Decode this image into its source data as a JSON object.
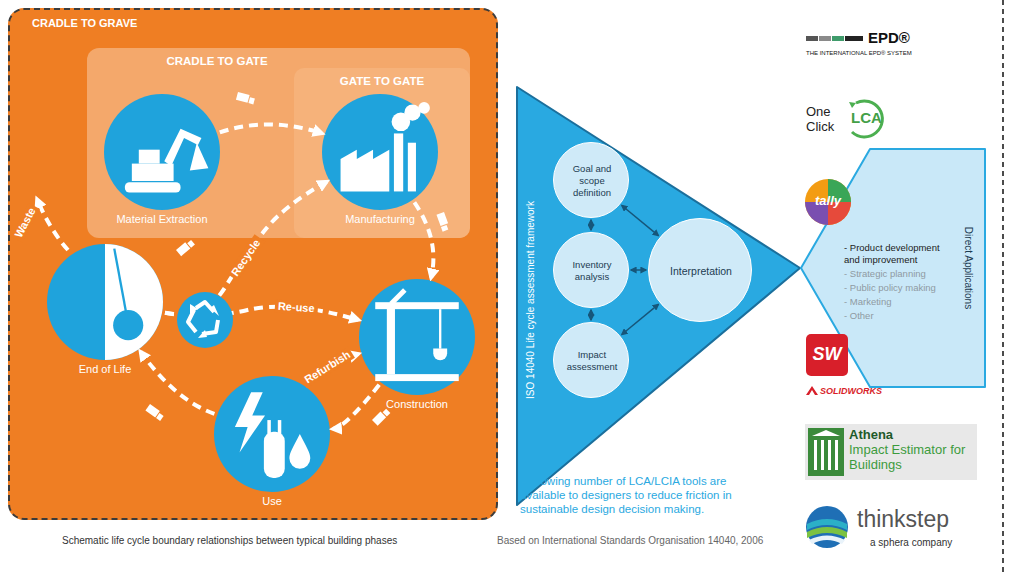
{
  "diagram": {
    "caption": "Schematic life cycle boundary relationships between typical building phases",
    "nodes": [
      {
        "text": [
          "CRADLE TO GRAVE"
        ]
      },
      {
        "text": [
          "CRADLE TO GATE"
        ],
        "in": 0
      },
      {
        "text": [
          "Material Extraction"
        ],
        "in": 1
      },
      {
        "text": [
          "GATE TO GATE"
        ],
        "in": 1
      },
      {
        "text": [
          "Manufacturing"
        ],
        "in": 3
      },
      {
        "text": [
          "End of Life"
        ],
        "in": 0
      },
      {
        "text": [
          "Construction"
        ],
        "in": 0
      },
      {
        "text": [
          "Use"
        ],
        "in": 0
      },
      {
        "text": [
          "ISO 14040 Life cycle assessment framework"
        ]
      },
      {
        "text": [
          "Goal and scope definition"
        ],
        "in": 8
      },
      {
        "text": [
          "Inventory analysis"
        ],
        "in": 8
      },
      {
        "text": [
          "Impact assessment"
        ],
        "in": 8
      },
      {
        "text": [
          "Interpretation"
        ],
        "in": 8
      },
      {
        "text": [
          "Direct Applications",
          "- Product development and improvement",
          "- Strategic planning",
          "- Public policy making",
          "- Marketing",
          "- Other"
        ]
      }
    ],
    "edges": [
      {
        "from": 2,
        "to": 4,
        "arrow": "to"
      },
      {
        "from": 4,
        "to": 6,
        "arrow": "to"
      },
      {
        "from": 6,
        "to": 7,
        "arrow": "to"
      },
      {
        "from": 7,
        "to": 6,
        "label": "Refurbish",
        "arrow": "to"
      },
      {
        "from": 7,
        "to": 5,
        "arrow": "to"
      },
      {
        "from": 5,
        "to": 4,
        "label": "Recycle",
        "arrow": "to"
      },
      {
        "from": 5,
        "to": 6,
        "label": "Re-use",
        "arrow": "to"
      },
      {
        "from": 9,
        "to": 10,
        "arrow": "both"
      },
      {
        "from": 10,
        "to": 11,
        "arrow": "both"
      },
      {
        "from": 9,
        "to": 12,
        "arrow": "both"
      },
      {
        "from": 10,
        "to": 12,
        "arrow": "both"
      },
      {
        "from": 11,
        "to": 12,
        "arrow": "both"
      }
    ],
    "labels": [
      "Waste",
      "A growing number of LCA/LCIA tools are available to designers to reduce friction in sustainable design decision making.",
      "Based on International Standards Organisation 14040, 2006",
      "EPD®",
      "THE INTERNATIONAL EPD® SYSTEM",
      "One Click",
      "LCA",
      "tally",
      "SW",
      "SOLIDWORKS",
      "Athena",
      "Impact Estimator for Buildings",
      "thinkstep",
      "a sphera company"
    ]
  }
}
